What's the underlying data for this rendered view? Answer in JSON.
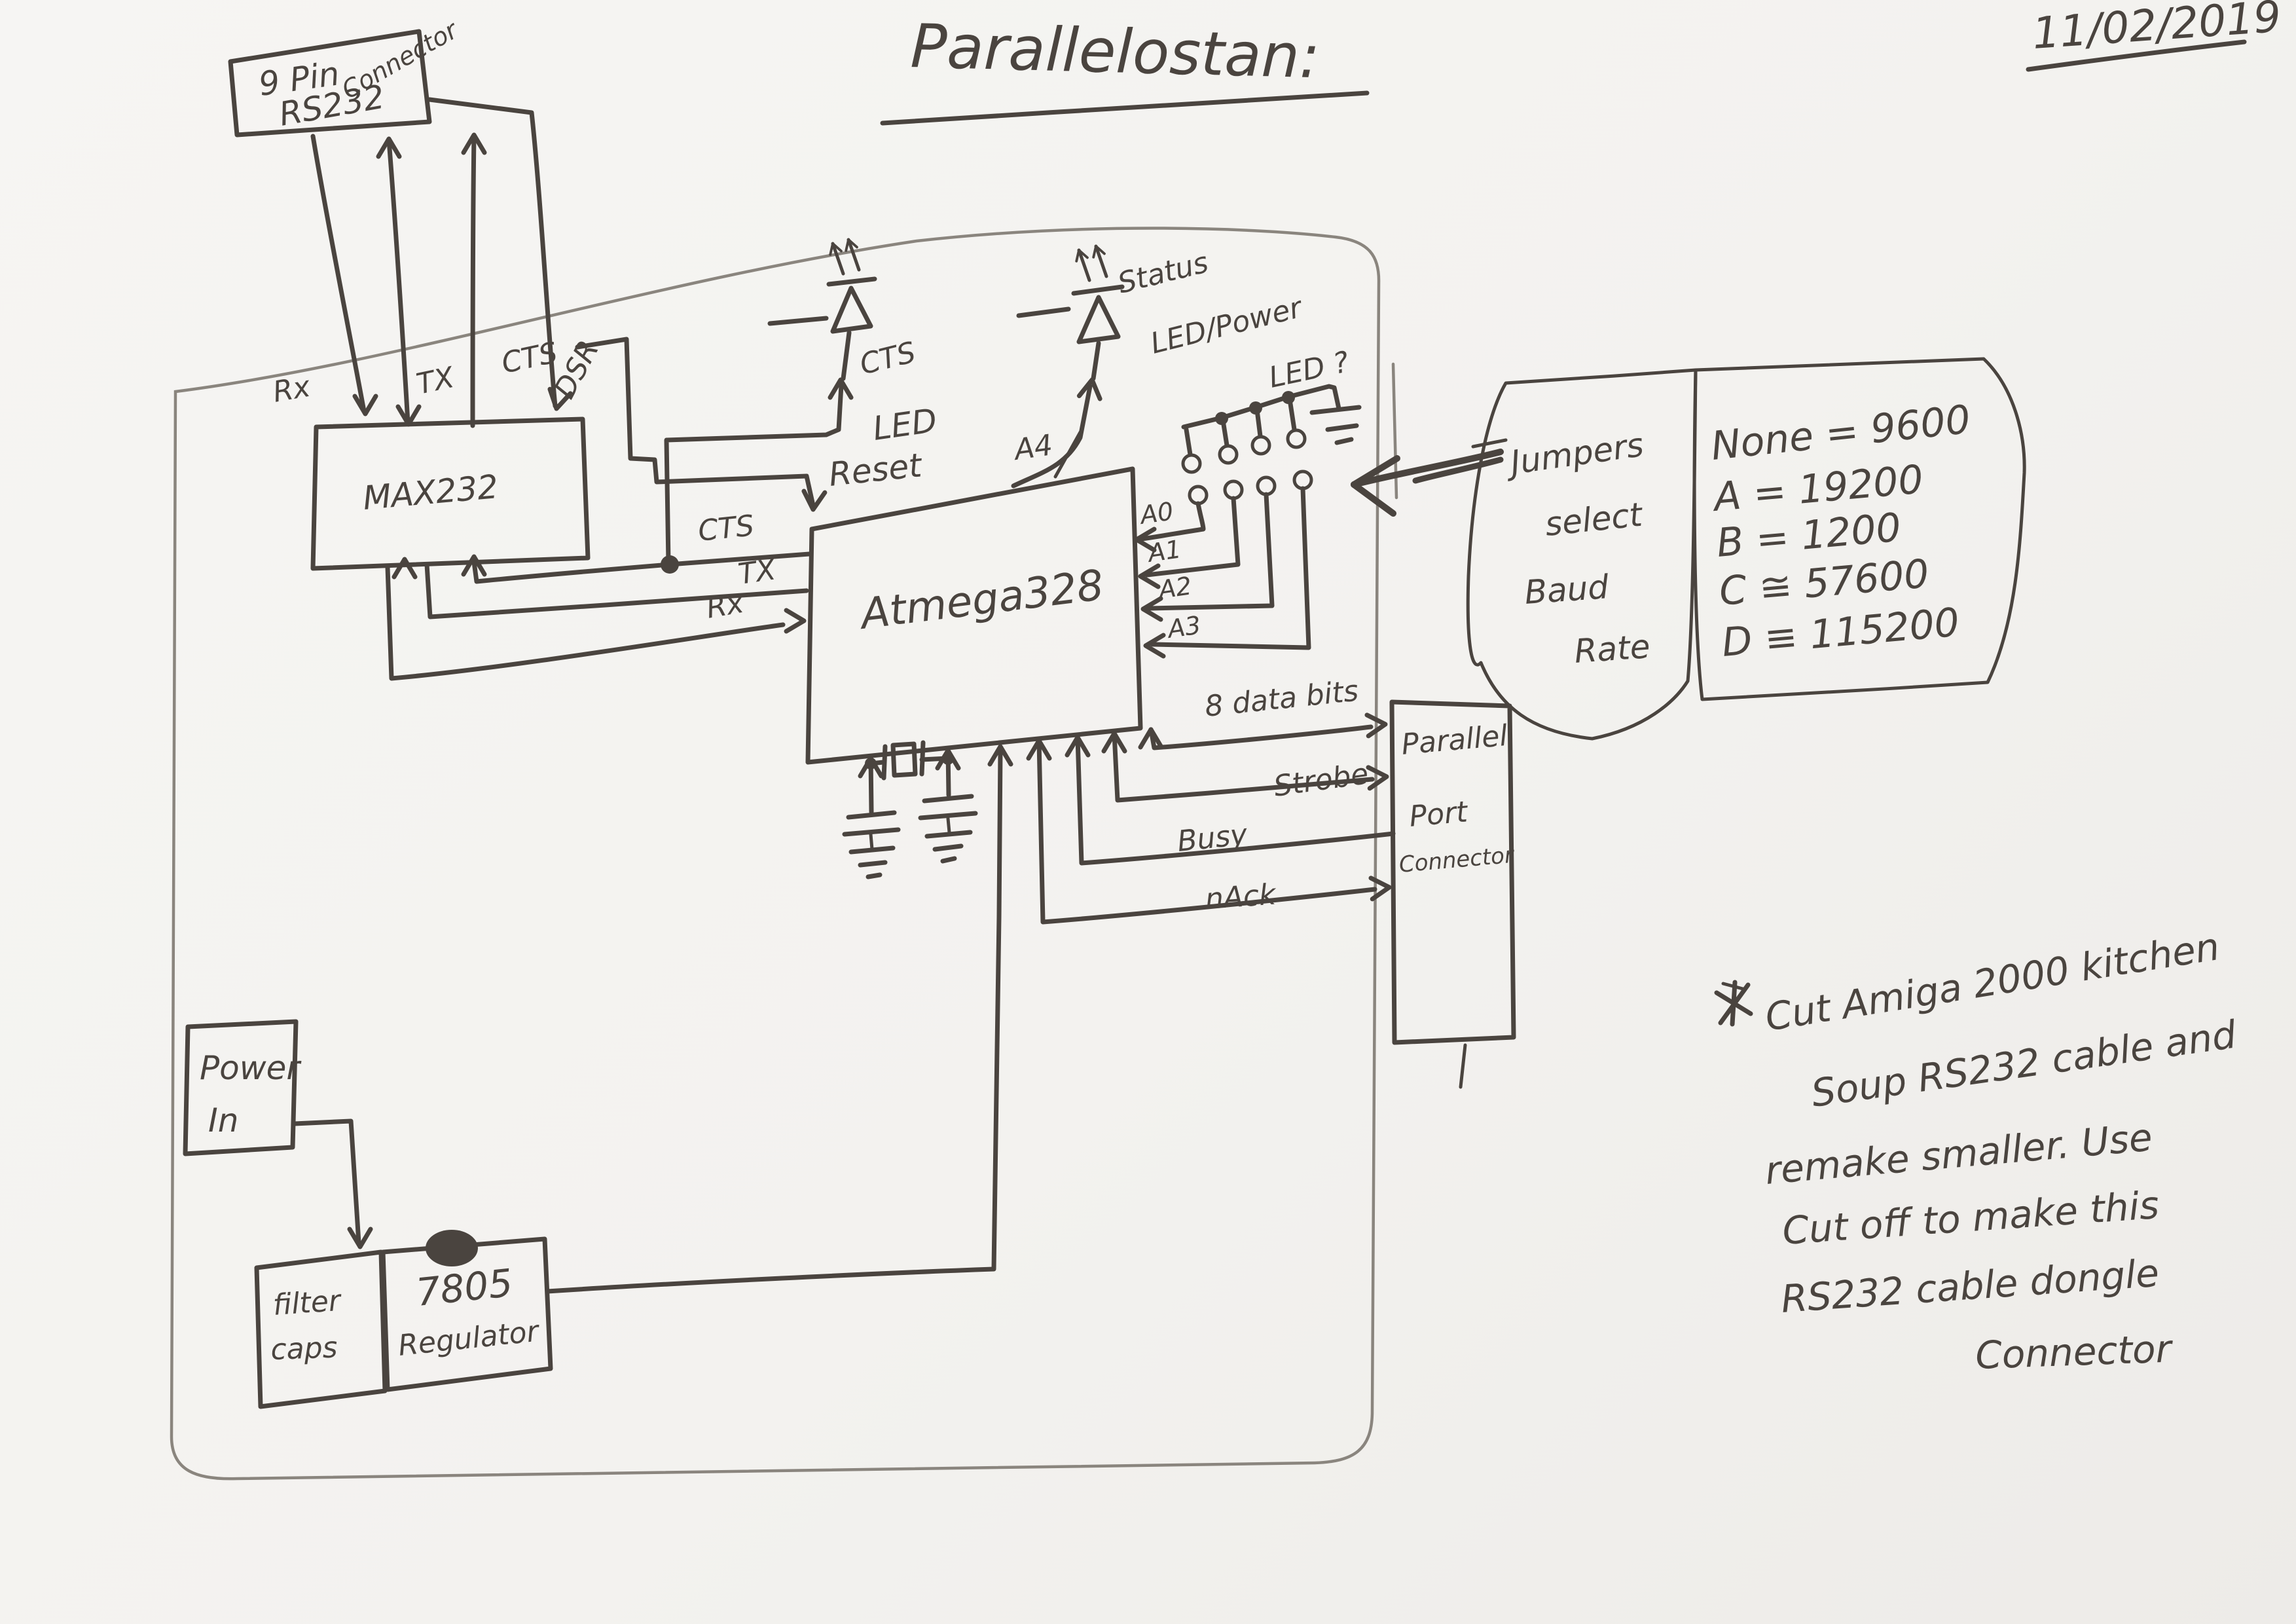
{
  "title": "Parallelostan:",
  "date": "11/02/2019",
  "boxes": {
    "serial9": {
      "l1": "9 Pin",
      "l2": "Connector",
      "l3": "RS232"
    },
    "max232": "MAX232",
    "atmega": "Atmega328",
    "parallel": {
      "l1": "Parallel",
      "l2": "Port",
      "l3": "Connector"
    },
    "power": {
      "l1": "Power",
      "l2": "In"
    },
    "caps": {
      "l1": "filter",
      "l2": "caps"
    },
    "regulator": {
      "l1": "7805",
      "l2": "Regulator"
    }
  },
  "labels": {
    "rx_top": "Rx",
    "tx_top": "TX",
    "cts_top": "CTS",
    "dsr": "DSR",
    "reset": "Reset",
    "a4": "A4",
    "cts_mid": "CTS",
    "tx_mid": "TX",
    "rx_mid": "Rx",
    "a0": "A0",
    "a1": "A1",
    "a2": "A2",
    "a3": "A3",
    "data_bits": "8 data bits",
    "strobe": "Strobe",
    "busy": "Busy",
    "nack": "nAck"
  },
  "leds": {
    "cts1": "CTS",
    "cts2": "LED",
    "status1": "Status",
    "status2": "LED/Power",
    "status3": "LED ?"
  },
  "jumper_note": {
    "l1": "Jumpers",
    "l2": "select",
    "l3": "Baud",
    "l4": "Rate"
  },
  "baud_rates": [
    "None = 9600",
    "A = 19200",
    "B = 1200",
    "C ≅ 57600",
    "D ≡ 115200"
  ],
  "note": [
    "Cut Amiga 2000 kitchen",
    "Soup RS232 cable and",
    "remake smaller. Use",
    "Cut off to make this",
    "RS232 cable dongle",
    "Connector"
  ],
  "colors": {
    "ink": "#4a443f",
    "pencil": "#8a857e",
    "paper": "#f3f2ef"
  }
}
